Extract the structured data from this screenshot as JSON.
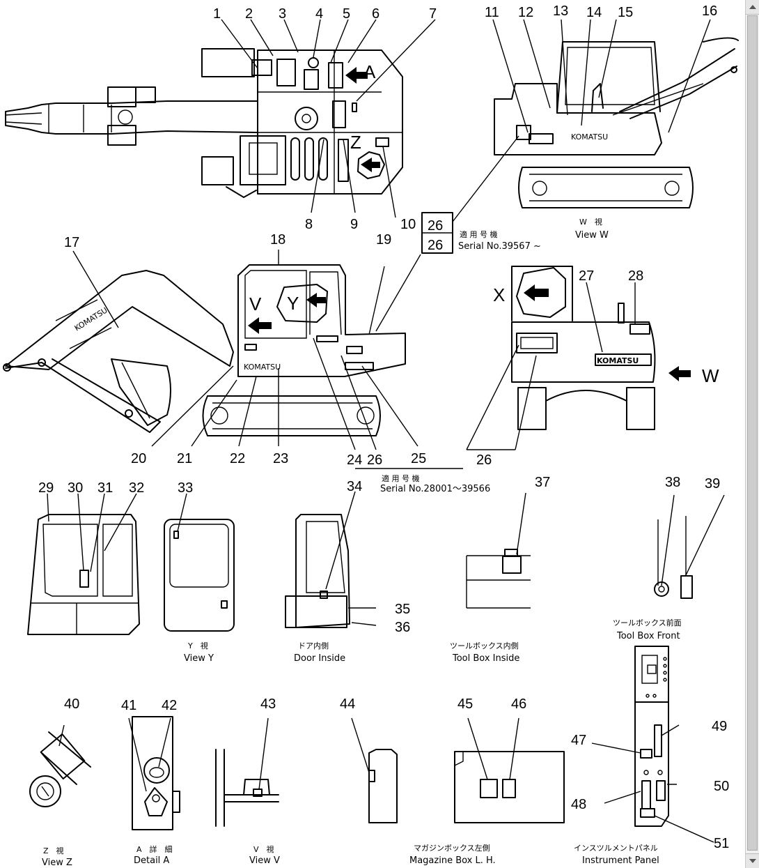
{
  "diagram": {
    "numbers": [
      "1",
      "2",
      "3",
      "4",
      "5",
      "6",
      "7",
      "8",
      "9",
      "10",
      "11",
      "12",
      "13",
      "14",
      "15",
      "16",
      "17",
      "18",
      "19",
      "20",
      "21",
      "22",
      "23",
      "24",
      "25",
      "26",
      "26",
      "26",
      "26",
      "27",
      "28",
      "29",
      "30",
      "31",
      "32",
      "33",
      "34",
      "35",
      "36",
      "37",
      "38",
      "39",
      "40",
      "41",
      "42",
      "43",
      "44",
      "45",
      "46",
      "47",
      "48",
      "49",
      "50",
      "51"
    ],
    "letters": {
      "a": "A",
      "z": "Z",
      "v": "V",
      "y": "Y",
      "x": "X",
      "w": "W"
    },
    "serials": {
      "top_jp": "適 用 号 機",
      "top": "Serial No.39567 ~",
      "mid_jp": "適 用 号 機",
      "mid": "Serial No.28001～39566"
    },
    "brand": "KOMATSU",
    "views": {
      "w_jp": "W　視",
      "w": "View  W",
      "y_jp": "Y　視",
      "y": "View  Y",
      "door_jp": "ドア内側",
      "door": "Door Inside",
      "toolbox_in_jp": "ツールボックス内側",
      "toolbox_in": "Tool Box Inside",
      "toolbox_front_jp": "ツールボックス前面",
      "toolbox_front": "Tool Box Front",
      "z_jp": "Z　視",
      "z": "View  Z",
      "a_jp": "A　詳　細",
      "a": "Detail  A",
      "v_jp": "V　視",
      "v": "View  V",
      "magazine_jp": "マガジンボックス左側",
      "magazine": "Magazine Box L. H.",
      "panel_jp": "インスツルメントパネル",
      "panel": "Instrument Panel"
    }
  }
}
